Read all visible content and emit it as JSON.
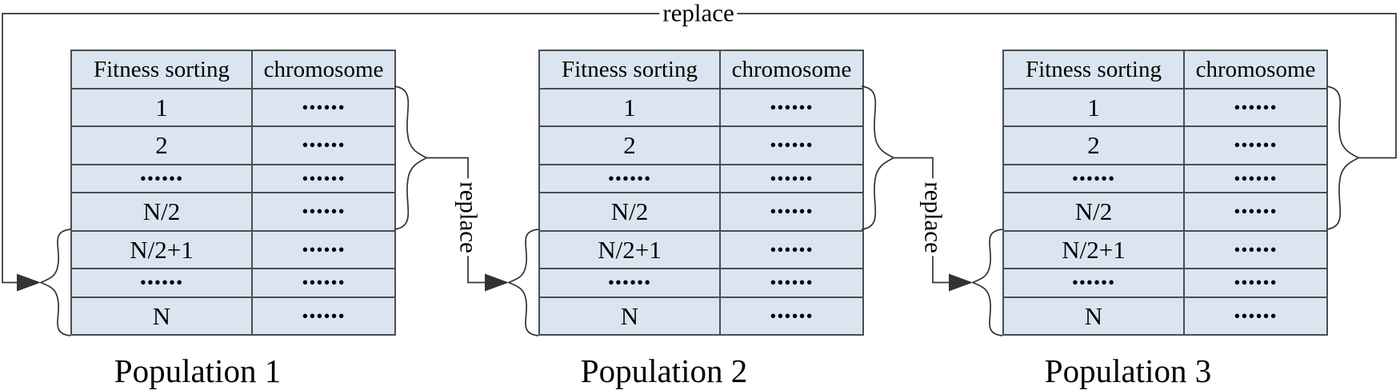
{
  "diagram": {
    "top_connector_label": "replace",
    "connector_label_1_2": "replace",
    "connector_label_2_3": "replace"
  },
  "tables": [
    {
      "caption": "Population 1",
      "headers": {
        "sorting": "Fitness sorting",
        "chromosome": "chromosome"
      },
      "rows": [
        {
          "sorting": "1",
          "chromosome": "••••••"
        },
        {
          "sorting": "2",
          "chromosome": "••••••"
        },
        {
          "sorting": "••••••",
          "chromosome": "••••••"
        },
        {
          "sorting": "N/2",
          "chromosome": "••••••"
        },
        {
          "sorting": "N/2+1",
          "chromosome": "••••••"
        },
        {
          "sorting": "••••••",
          "chromosome": "••••••"
        },
        {
          "sorting": "N",
          "chromosome": "••••••"
        }
      ]
    },
    {
      "caption": "Population 2",
      "headers": {
        "sorting": "Fitness sorting",
        "chromosome": "chromosome"
      },
      "rows": [
        {
          "sorting": "1",
          "chromosome": "••••••"
        },
        {
          "sorting": "2",
          "chromosome": "••••••"
        },
        {
          "sorting": "••••••",
          "chromosome": "••••••"
        },
        {
          "sorting": "N/2",
          "chromosome": "••••••"
        },
        {
          "sorting": "N/2+1",
          "chromosome": "••••••"
        },
        {
          "sorting": "••••••",
          "chromosome": "••••••"
        },
        {
          "sorting": "N",
          "chromosome": "••••••"
        }
      ]
    },
    {
      "caption": "Population 3",
      "headers": {
        "sorting": "Fitness sorting",
        "chromosome": "chromosome"
      },
      "rows": [
        {
          "sorting": "1",
          "chromosome": "••••••"
        },
        {
          "sorting": "2",
          "chromosome": "••••••"
        },
        {
          "sorting": "••••••",
          "chromosome": "••••••"
        },
        {
          "sorting": "N/2",
          "chromosome": "••••••"
        },
        {
          "sorting": "N/2+1",
          "chromosome": "••••••"
        },
        {
          "sorting": "••••••",
          "chromosome": "••••••"
        },
        {
          "sorting": "N",
          "chromosome": "••••••"
        }
      ]
    }
  ],
  "colors": {
    "cell_fill": "#dbe5f1",
    "table_border": "#4d4d4d",
    "connector": "#333333",
    "text": "#000000",
    "background": "#ffffff"
  }
}
